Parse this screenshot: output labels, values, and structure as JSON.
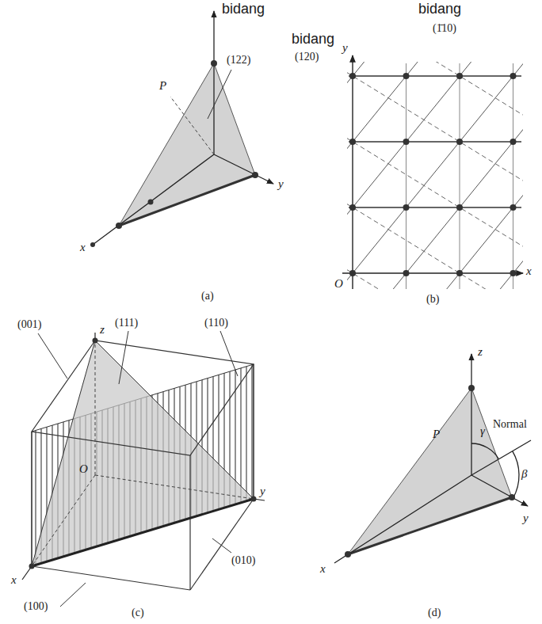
{
  "diagram": {
    "labels": [
      "bidang",
      "(122)",
      "P",
      "y",
      "x",
      "(a)",
      "bidang",
      "(1̄10)",
      "bidang",
      "(120)",
      "y",
      "O",
      "x",
      "(b)",
      "(001)",
      "z",
      "(111)",
      "(110)",
      "O",
      "x",
      "y",
      "(010)",
      "(100)",
      "(c)",
      "z",
      "P",
      "γ",
      "Normal",
      "β",
      "y",
      "x",
      "(d)"
    ]
  }
}
